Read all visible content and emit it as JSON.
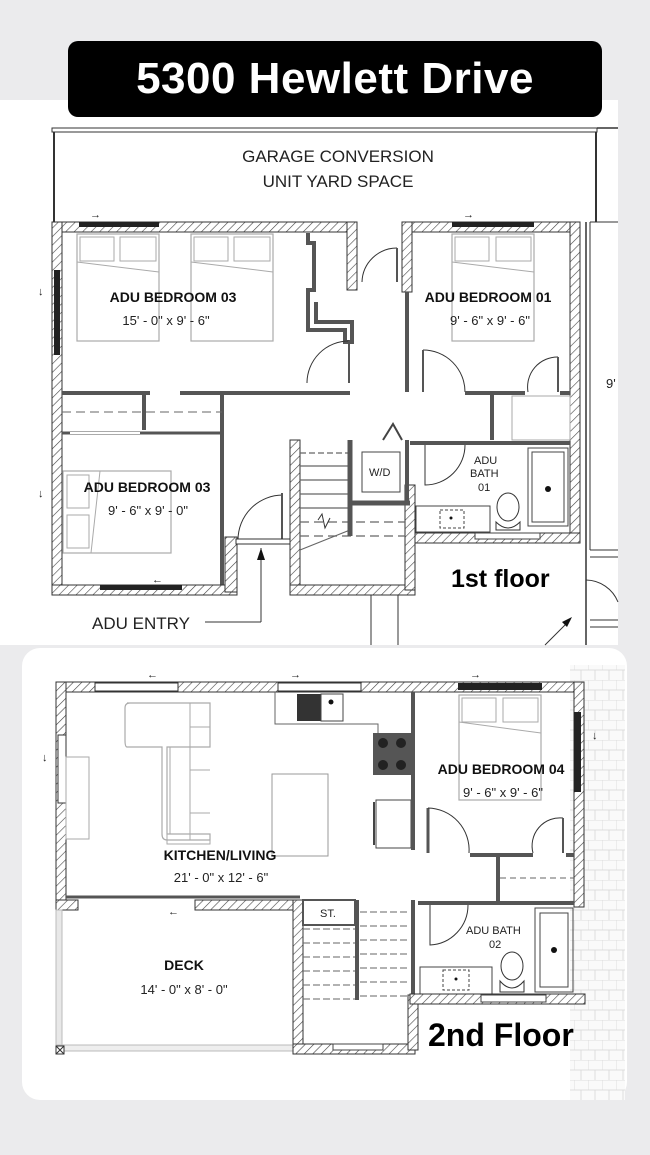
{
  "title": "5300 Hewlett Drive",
  "floor1": {
    "label": "1st floor",
    "yard_label_line1": "GARAGE CONVERSION",
    "yard_label_line2": "UNIT YARD SPACE",
    "entry_label": "ADU ENTRY",
    "side_dimension": "9'",
    "rooms": [
      {
        "name": "ADU BEDROOM 03",
        "dims": "15' - 0\" x 9' - 6\""
      },
      {
        "name": "ADU BEDROOM 01",
        "dims": "9' - 6\" x 9' - 6\""
      },
      {
        "name": "ADU BEDROOM 03",
        "dims": "9' - 6\" x 9' - 0\""
      },
      {
        "name_line1": "ADU",
        "name_line2": "BATH",
        "name_line3": "01"
      },
      {
        "name": "W/D"
      }
    ]
  },
  "floor2": {
    "label": "2nd Floor",
    "rooms": [
      {
        "name": "KITCHEN/LIVING",
        "dims": "21' - 0\" x 12' - 6\""
      },
      {
        "name": "ADU BEDROOM 04",
        "dims": "9' - 6\" x 9' - 6\""
      },
      {
        "name": "DECK",
        "dims": "14' - 0\" x 8' - 0\""
      },
      {
        "name_line1": "ADU BATH",
        "name_line2": "02"
      },
      {
        "name": "ST."
      }
    ]
  },
  "colors": {
    "background": "#ebebed",
    "badge": "#000000",
    "badge_text": "#ffffff",
    "wall": "#555555",
    "line": "#222222",
    "furniture": "#9a9a9a"
  }
}
